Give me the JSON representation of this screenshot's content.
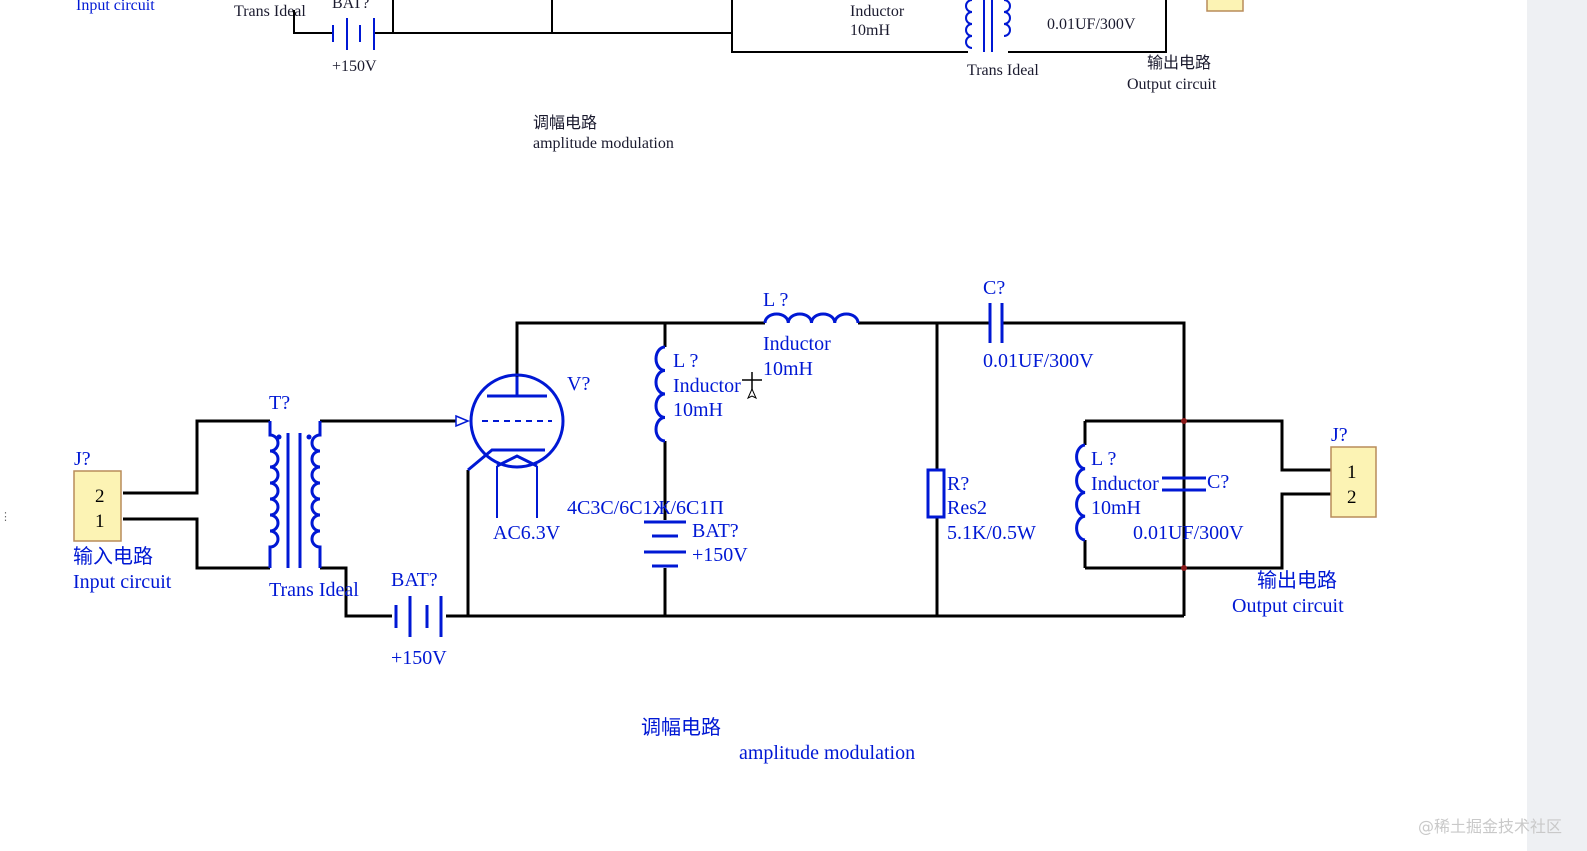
{
  "top_partial": {
    "input_label_en": "Input circuit",
    "trans_label": "Trans Ideal",
    "bat_ref": "BAT?",
    "bat_value": "+150V",
    "inductor_name": "Inductor",
    "inductor_value": "10mH",
    "cap_value": "0.01UF/300V",
    "trans2_label": "Trans Ideal",
    "output_label_cn": "输出电路",
    "output_label_en": "Output circuit",
    "title_cn": "调幅电路",
    "title_en": "amplitude modulation"
  },
  "input_connector": {
    "ref": "J?",
    "pins": [
      "2",
      "1"
    ],
    "label_cn": "输入电路",
    "label_en": "Input circuit"
  },
  "transformer": {
    "ref": "T?",
    "label": "Trans Ideal"
  },
  "battery_bottom": {
    "ref": "BAT?",
    "value": "+150V"
  },
  "tube": {
    "ref": "V?",
    "filament": "AC6.3V",
    "type": "4C3C/6C1Ж/6C1Π"
  },
  "plate_inductor": {
    "ref": "L ?",
    "name": "Inductor",
    "value": "10mH"
  },
  "battery_vertical": {
    "ref": "BAT?",
    "value": "+150V"
  },
  "series_inductor": {
    "ref": "L ?",
    "name": "Inductor",
    "value": "10mH"
  },
  "coupling_cap": {
    "ref": "C?",
    "value": "0.01UF/300V"
  },
  "resistor": {
    "ref": "R?",
    "name": "Res2",
    "value": "5.1K/0.5W"
  },
  "tank_inductor": {
    "ref": "L ?",
    "name": "Inductor",
    "value": "10mH"
  },
  "tank_cap": {
    "ref": "C?",
    "value": "0.01UF/300V"
  },
  "output_connector": {
    "ref": "J?",
    "pins": [
      "1",
      "2"
    ],
    "label_cn": "输出电路",
    "label_en": "Output circuit"
  },
  "title": {
    "cn": "调幅电路",
    "en": "amplitude modulation"
  },
  "watermark": "@稀土掘金技术社区",
  "colors": {
    "component": "#0018d4",
    "wire": "#000000",
    "connector_fill": "#fcf3b4"
  }
}
